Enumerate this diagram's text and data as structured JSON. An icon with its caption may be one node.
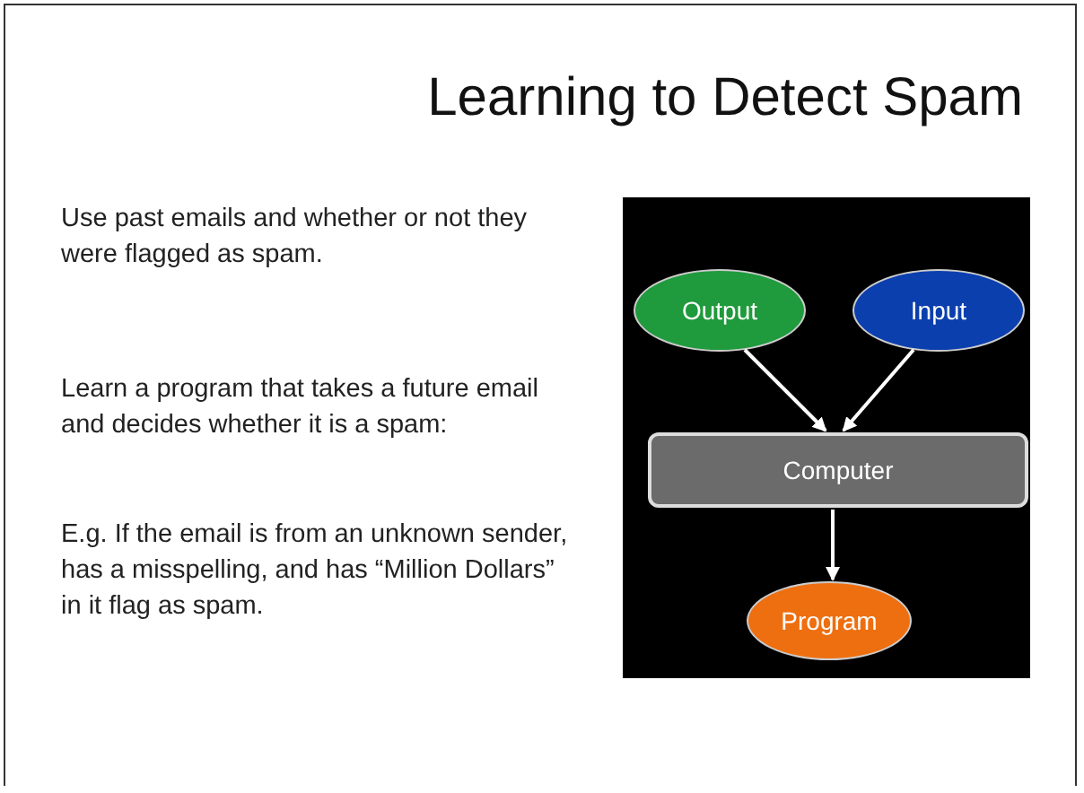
{
  "diagram": {
    "title": "Learning to Detect Spam",
    "nodes": [
      {
        "text": [
          "Output"
        ]
      },
      {
        "text": [
          "Input"
        ]
      },
      {
        "text": [
          "Computer"
        ]
      },
      {
        "text": [
          "Program"
        ]
      }
    ],
    "edges": [
      {
        "from": 0,
        "to": 2,
        "arrow": "to"
      },
      {
        "from": 1,
        "to": 2,
        "arrow": "to"
      },
      {
        "from": 2,
        "to": 3,
        "arrow": "to"
      }
    ],
    "labels": [
      "Use past emails and whether or not they were flagged as spam.",
      "Learn a program that takes a future email and decides whether it is a spam:",
      "E.g. If the email is from an unknown sender, has a misspelling, and has “Million Dollars” in it flag as spam."
    ]
  }
}
